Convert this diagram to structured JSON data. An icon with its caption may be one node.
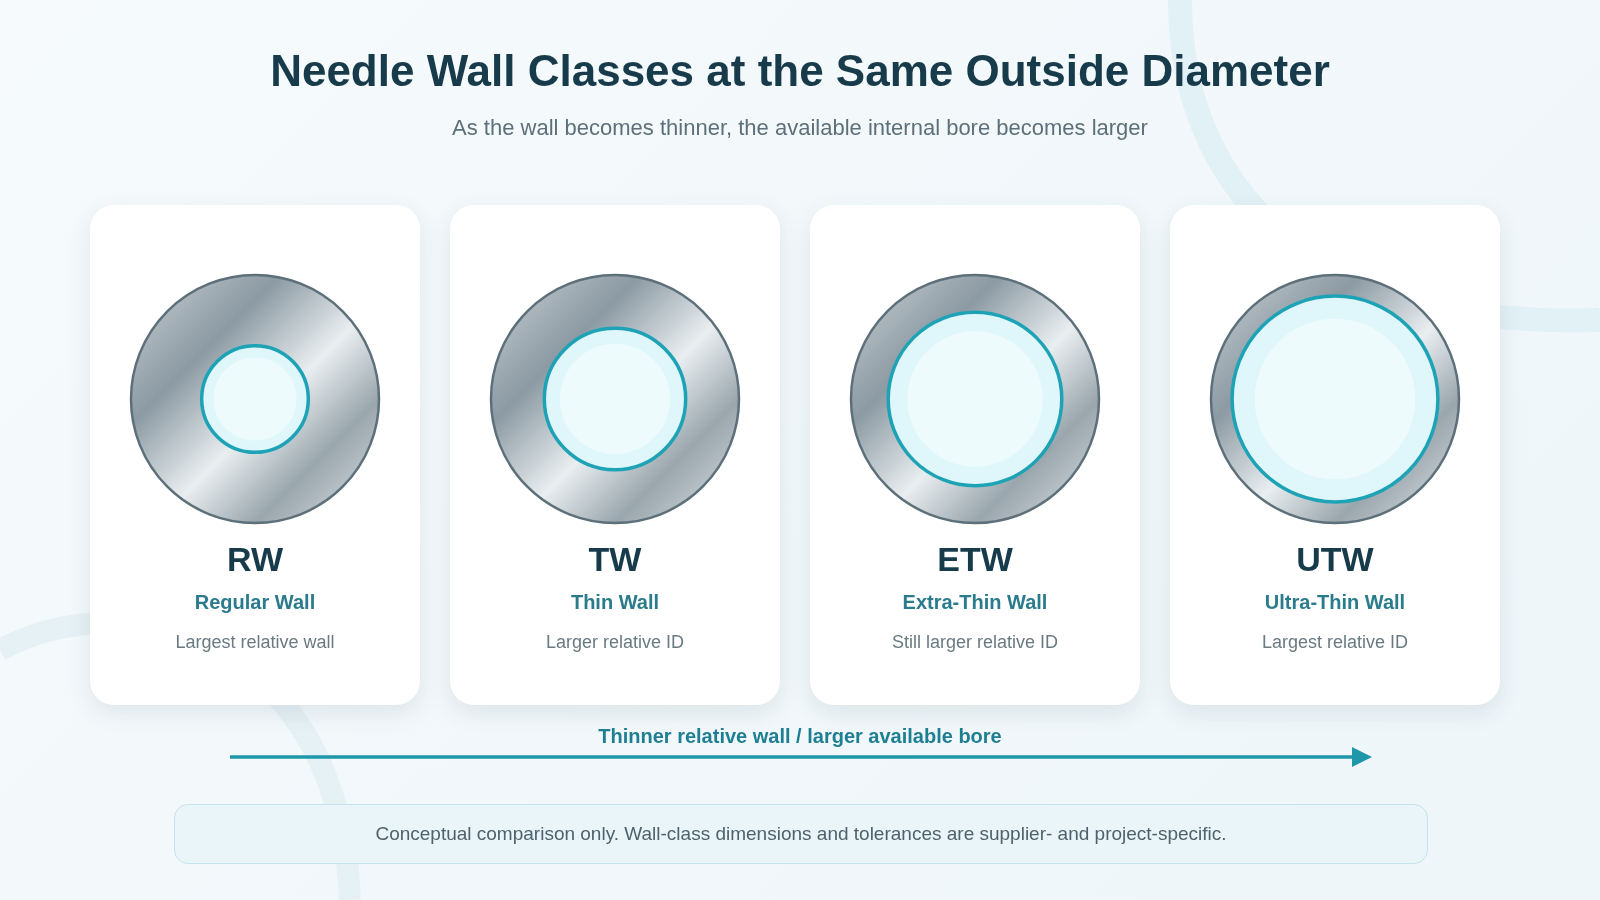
{
  "diagram": {
    "title": "Needle Wall Classes at the Same Outside Diameter",
    "nodes": [
      {
        "text": [
          "RW",
          "Regular Wall",
          "Largest relative wall"
        ]
      },
      {
        "text": [
          "TW",
          "Thin Wall",
          "Larger relative ID"
        ]
      },
      {
        "text": [
          "ETW",
          "Extra-Thin Wall",
          "Still larger relative ID"
        ]
      },
      {
        "text": [
          "UTW",
          "Ultra-Thin Wall",
          "Largest relative ID"
        ]
      },
      {
        "text": [
          "Conceptual comparison only. Wall-class dimensions and tolerances are supplier- and project-specific."
        ]
      }
    ],
    "labels": [
      "As the wall becomes thinner, the available internal bore becomes larger",
      "Thinner relative wall / larger available bore"
    ]
  }
}
